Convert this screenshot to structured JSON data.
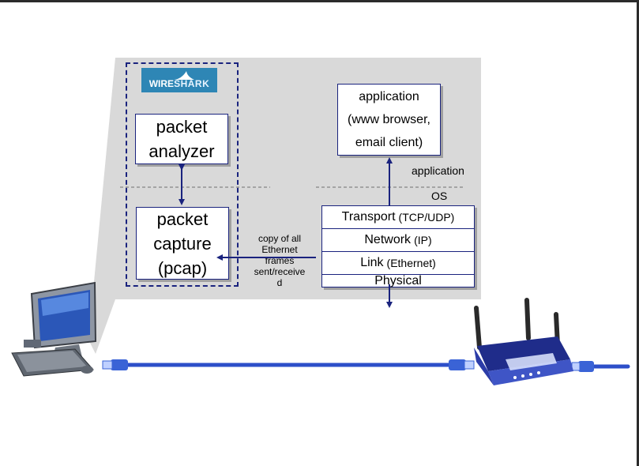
{
  "wireshark": {
    "logo_part1": "WIRE",
    "logo_part2": "SHARK"
  },
  "boxes": {
    "packet_analyzer": [
      "packet",
      "analyzer"
    ],
    "packet_capture": [
      "packet",
      "capture",
      "(pcap)"
    ],
    "application": {
      "line1": "application",
      "line2": "(www browser,",
      "line3": "email client)"
    }
  },
  "labels": {
    "application": "application",
    "os": "OS",
    "copy_note": [
      "copy of all",
      "Ethernet",
      "frames",
      "sent/receive",
      "d"
    ]
  },
  "stack": [
    {
      "name": "Transport",
      "detail": "(TCP/UDP)"
    },
    {
      "name": "Network",
      "detail": "(IP)"
    },
    {
      "name": "Link",
      "detail": "(Ethernet)"
    },
    {
      "name": "Physical",
      "detail": ""
    }
  ],
  "colors": {
    "dark_blue": "#1a237e",
    "panel_gray": "#d9d9d9",
    "cable_blue": "#2d4fc9",
    "logo_blue": "#2e86b5"
  }
}
